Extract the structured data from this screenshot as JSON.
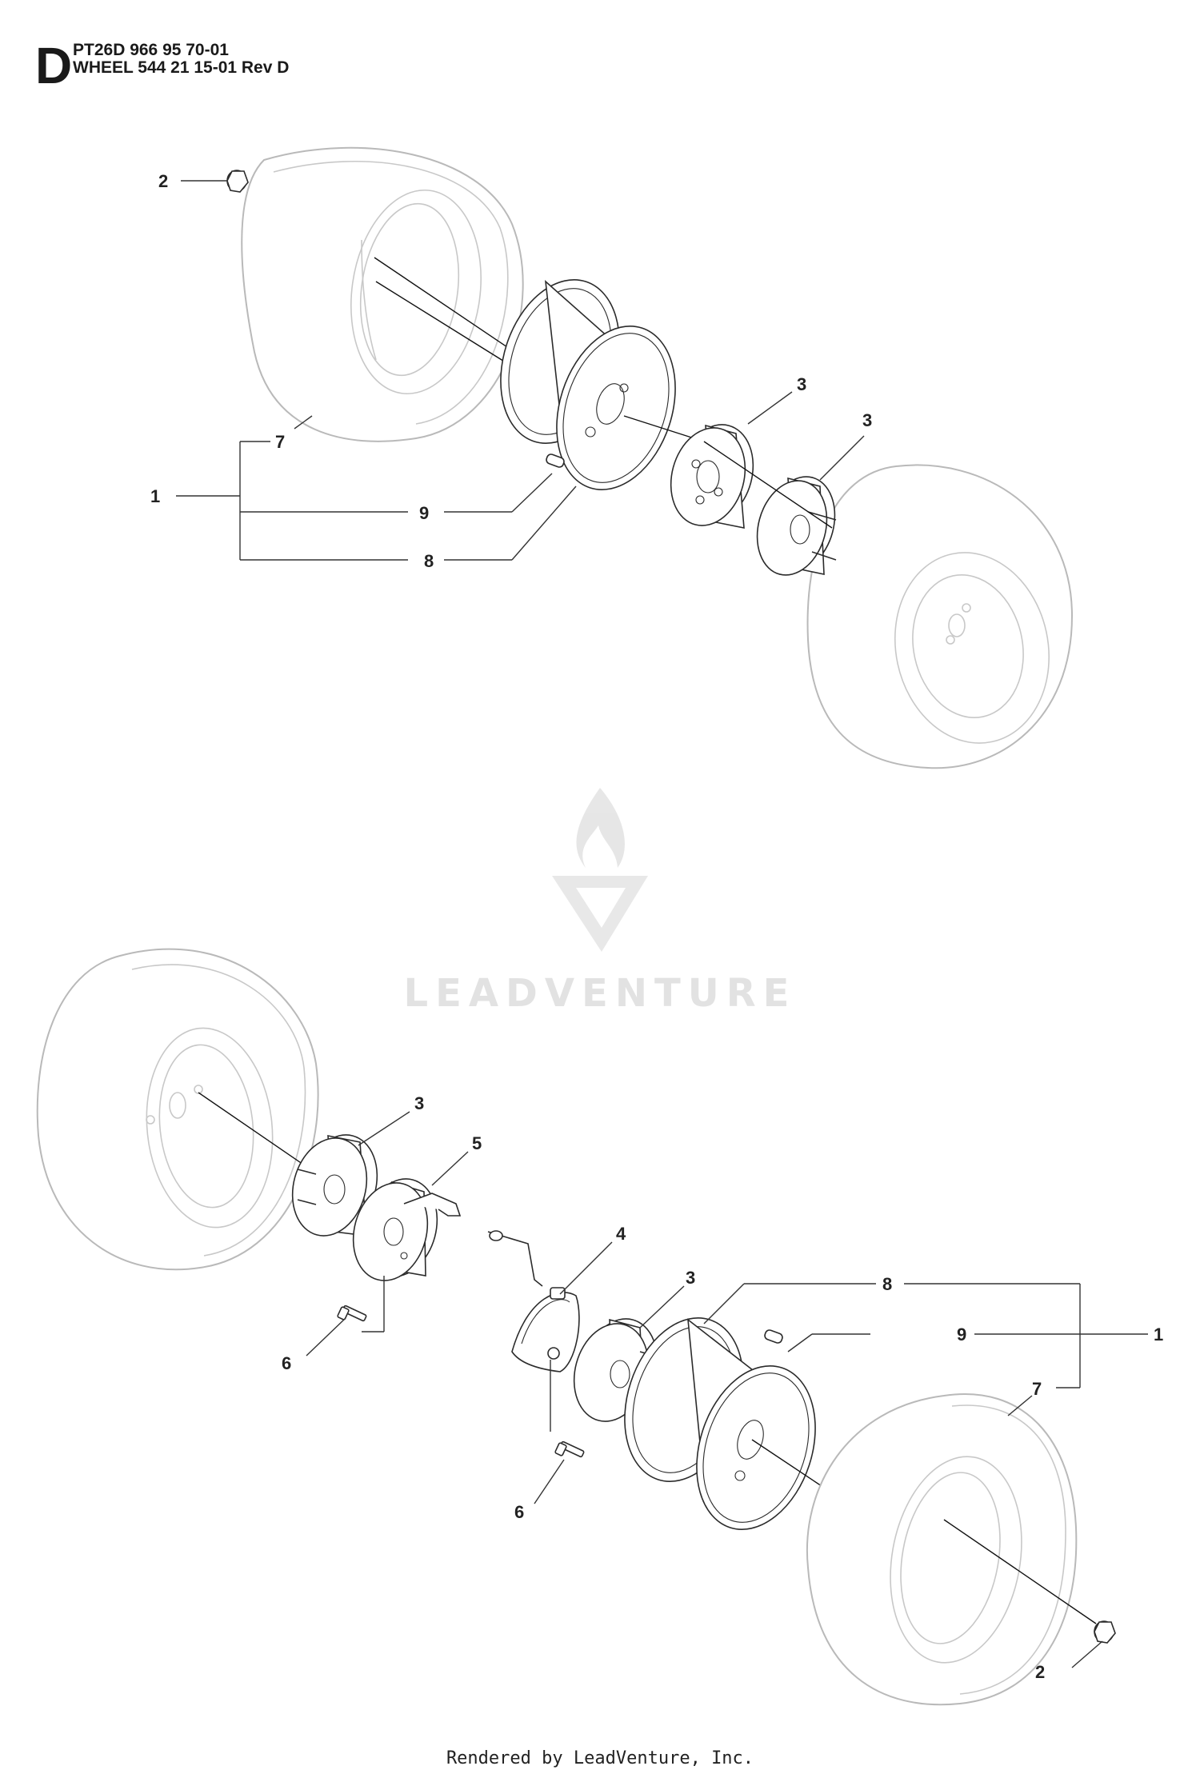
{
  "header": {
    "section_letter": "D",
    "line1": "PT26D 966 95 70-01",
    "line2": "WHEEL 544 21 15-01 Rev D"
  },
  "callouts": {
    "top": {
      "c2": "2",
      "c7": "7",
      "c1": "1",
      "c9": "9",
      "c8": "8",
      "c3a": "3",
      "c3b": "3"
    },
    "bottom": {
      "c3a": "3",
      "c5": "5",
      "c4": "4",
      "c3b": "3",
      "c8": "8",
      "c9": "9",
      "c1": "1",
      "c7": "7",
      "c6a": "6",
      "c6b": "6",
      "c2": "2"
    }
  },
  "watermark": {
    "text": "LEADVENTURE",
    "logo_icon": "leadventure-flame-logo"
  },
  "footer": {
    "text": "Rendered by LeadVenture, Inc."
  }
}
